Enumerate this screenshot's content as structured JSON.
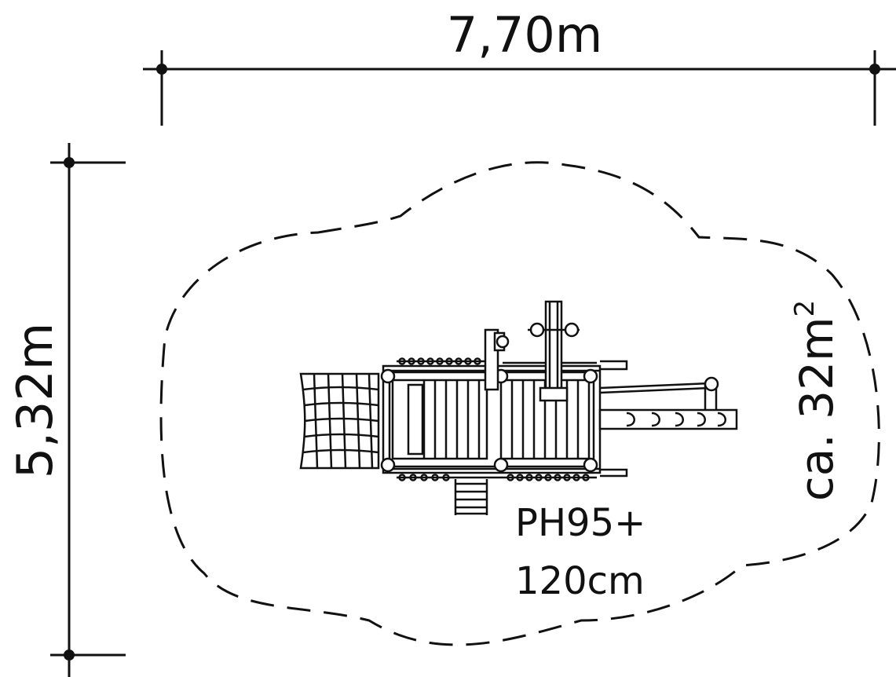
{
  "dimensions": {
    "width_label": "7,70m",
    "height_label": "5,32m"
  },
  "safety_area": {
    "label_prefix": "ca. 32m",
    "label_superscript": "2"
  },
  "product": {
    "code": "PH95+",
    "platform_height": "120cm"
  },
  "colors": {
    "line": "#111111",
    "background": "#ffffff"
  }
}
